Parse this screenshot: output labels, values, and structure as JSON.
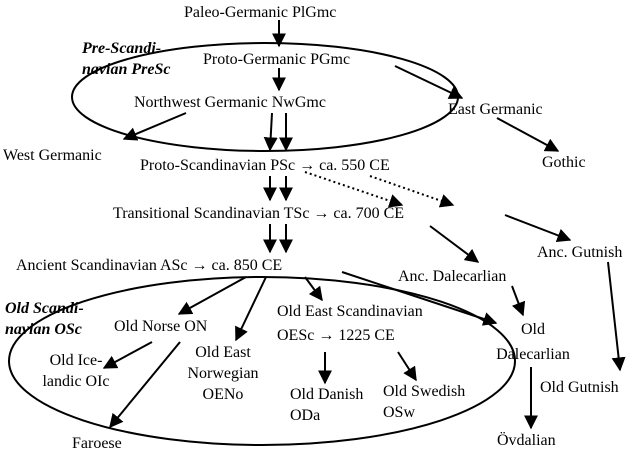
{
  "nodes": {
    "paleo": "Paleo-Germanic PlGmc",
    "proto_germanic": "Proto-Germanic PGmc",
    "northwest": "Northwest Germanic NwGmc",
    "east_germanic": "East Germanic",
    "gothic": "Gothic",
    "west_germanic": "West Germanic",
    "proto_scandinavian": "Proto-Scandinavian PSc → ca. 550 CE",
    "transitional": "Transitional Scandinavian TSc → ca. 700 CE",
    "anc_gutnish": "Anc. Gutnish",
    "ancient_scandinavian": "Ancient Scandinavian ASc → ca. 850 CE",
    "anc_dalecarlian": "Anc. Dalecarlian",
    "old_norse": "Old Norse ON",
    "old_east_scand_line1": "Old East Scandinavian",
    "old_east_scand_line2": "OESc → 1225 CE",
    "old_dalecarlian_line1": "Old",
    "old_dalecarlian_line2": "Dalecarlian",
    "old_icelandic_line1": "Old Ice-",
    "old_icelandic_line2": "landic OIc",
    "old_east_norwegian_line1": "Old East",
    "old_east_norwegian_line2": "Norwegian",
    "old_east_norwegian_line3": "OENo",
    "old_danish_line1": "Old Danish",
    "old_danish_line2": "ODa",
    "old_swedish_line1": "Old Swedish",
    "old_swedish_line2": "OSw",
    "old_gutnish": "Old Gutnish",
    "ovdalian": "Övdalian",
    "faroese": "Faroese"
  },
  "groups": {
    "pre_scand_line1": "Pre-Scandi-",
    "pre_scand_line2": "navian PreSc",
    "old_scand_line1": "Old Scandi-",
    "old_scand_line2": "navian OSc"
  }
}
